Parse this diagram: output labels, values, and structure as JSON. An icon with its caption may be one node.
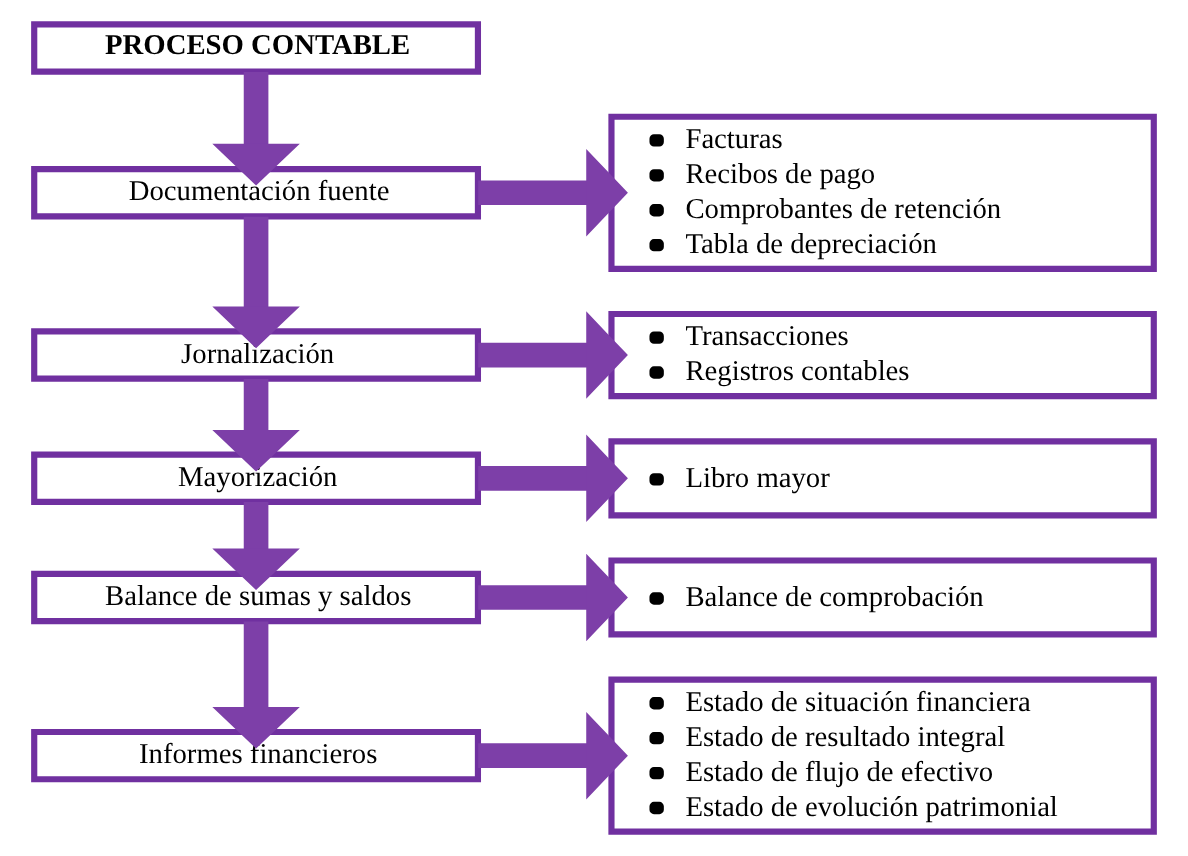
{
  "diagram": {
    "nodes": [
      {
        "text": [
          "PROCESO CONTABLE"
        ]
      },
      {
        "text": [
          "Documentación fuente"
        ]
      },
      {
        "text": [
          "Jornalización"
        ]
      },
      {
        "text": [
          "Mayorización"
        ]
      },
      {
        "text": [
          "Balance de sumas y saldos"
        ]
      },
      {
        "text": [
          "Informes financieros"
        ]
      },
      {
        "text": [
          "Facturas",
          "Recibos de pago",
          "Comprobantes de retención",
          "Tabla de depreciación"
        ]
      },
      {
        "text": [
          "Transacciones",
          "Registros contables"
        ]
      },
      {
        "text": [
          "Libro mayor"
        ]
      },
      {
        "text": [
          "Balance de comprobación"
        ]
      },
      {
        "text": [
          "Estado de situación financiera",
          "Estado de resultado integral",
          "Estado de flujo de efectivo",
          "Estado de evolución patrimonial"
        ]
      }
    ],
    "edges": [
      {
        "from": 0,
        "to": 1,
        "arrow": "to"
      },
      {
        "from": 1,
        "to": 2,
        "arrow": "to"
      },
      {
        "from": 2,
        "to": 3,
        "arrow": "to"
      },
      {
        "from": 3,
        "to": 4,
        "arrow": "to"
      },
      {
        "from": 4,
        "to": 5,
        "arrow": "to"
      },
      {
        "from": 1,
        "to": 6,
        "arrow": "to"
      },
      {
        "from": 2,
        "to": 7,
        "arrow": "to"
      },
      {
        "from": 3,
        "to": 8,
        "arrow": "to"
      },
      {
        "from": 4,
        "to": 9,
        "arrow": "to"
      },
      {
        "from": 5,
        "to": 10,
        "arrow": "to"
      }
    ]
  }
}
